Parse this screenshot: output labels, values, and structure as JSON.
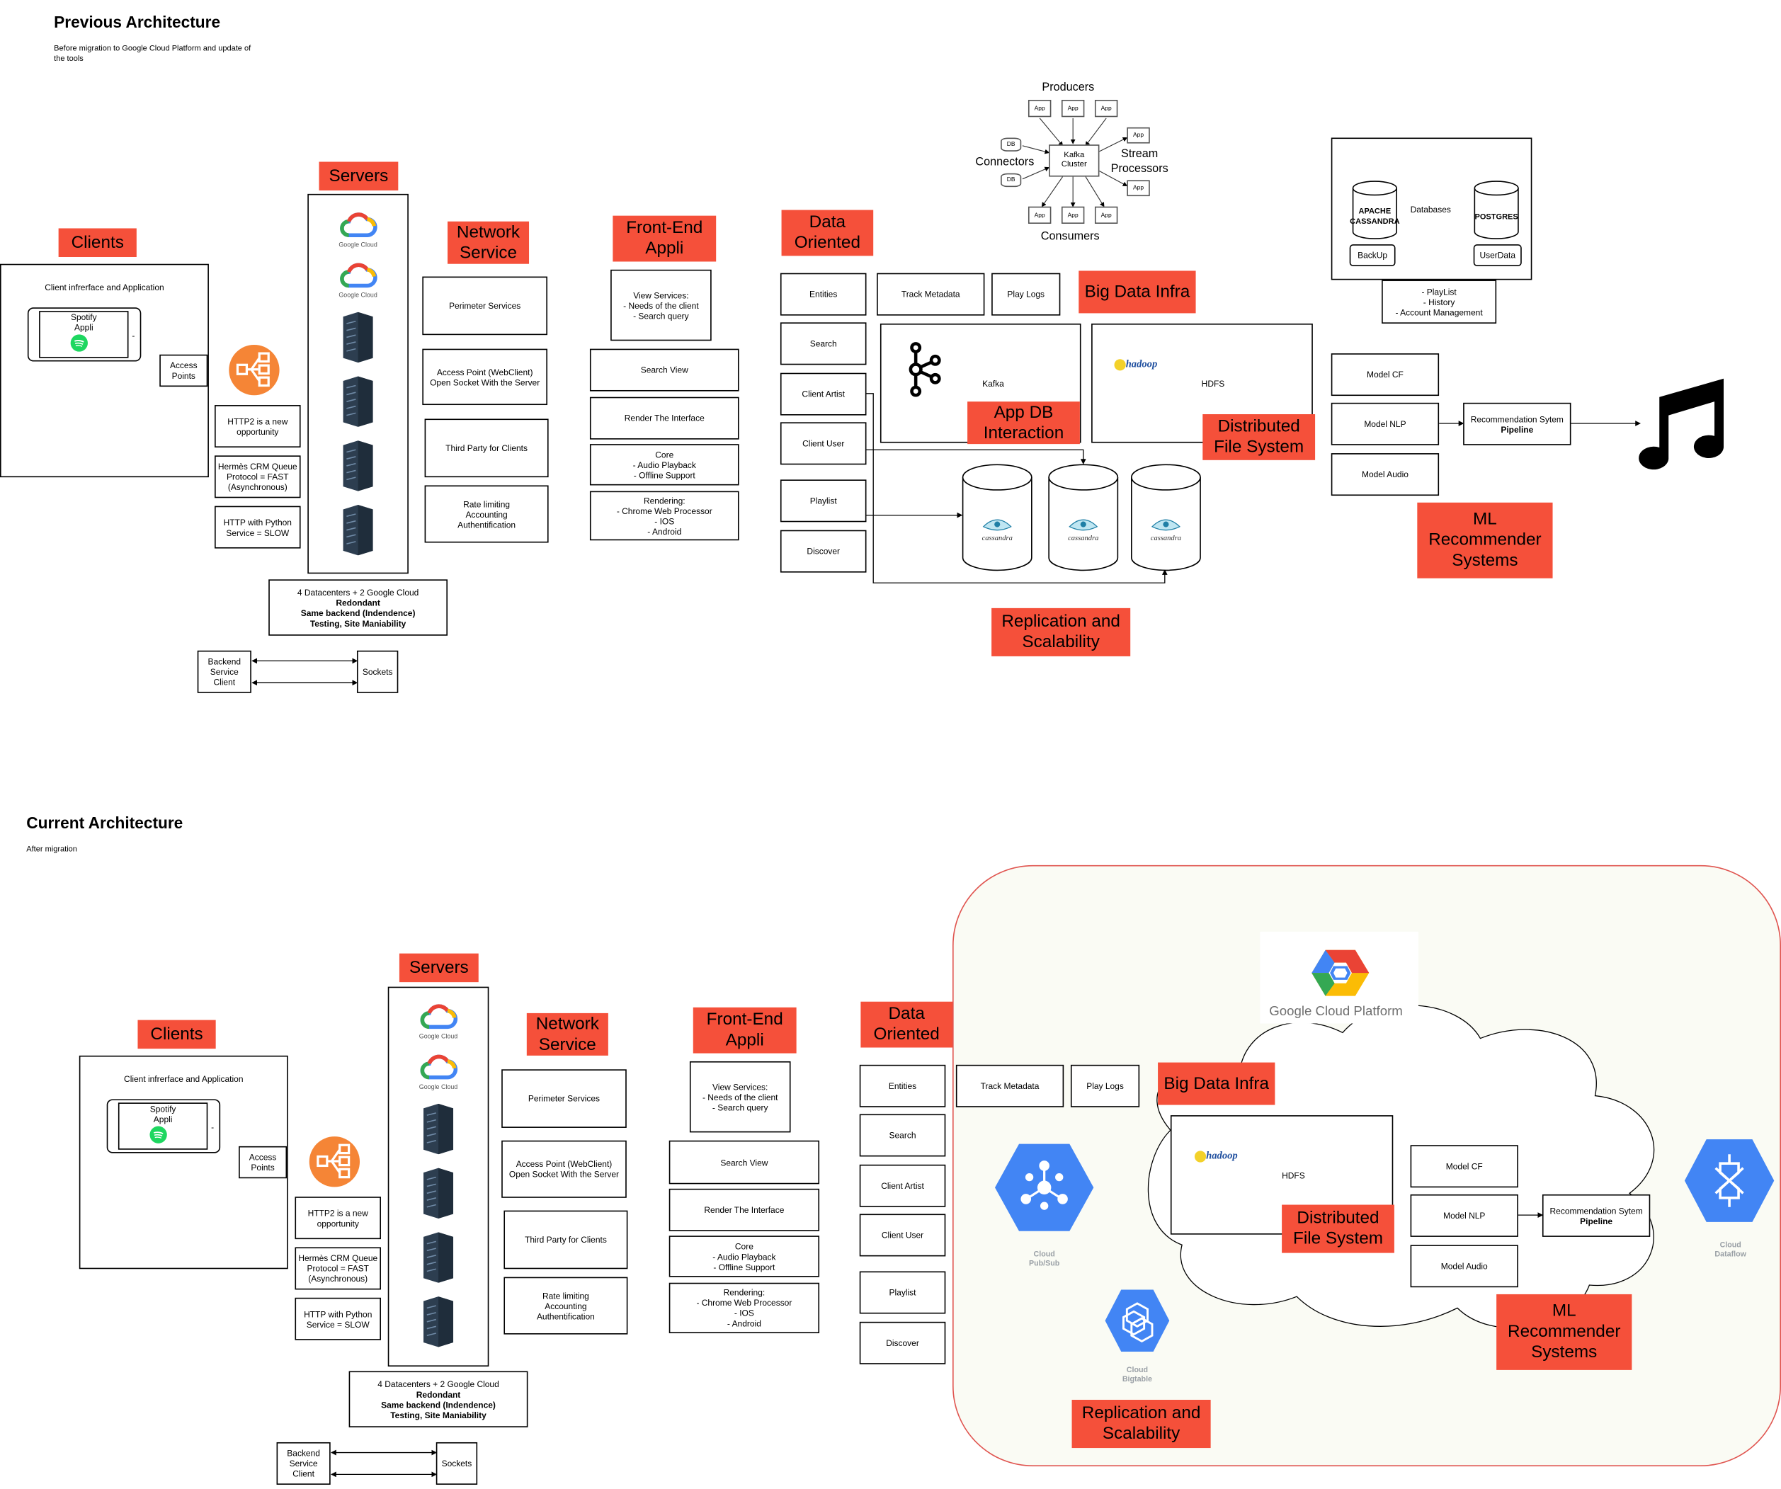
{
  "previous": {
    "title": "Previous Architecture",
    "subtitle": "Before migration to Google Cloud Platform and update of\nthe tools",
    "labels": {
      "clients": "Clients",
      "servers": "Servers",
      "network": "Network\nService",
      "frontend": "Front-End\nAppli",
      "data": "Data\nOriented",
      "bigdata": "Big Data Infra",
      "appdb": "App DB\nInteraction",
      "dfs": "Distributed\nFile System",
      "repl": "Replication and\nScalability",
      "ml": "ML\nRecommender\nSystems"
    },
    "client_iface": "Client infrerface and Application",
    "spotify": "Spotify\nAppli",
    "access_points": "Access\nPoints",
    "proto": [
      "HTTP2 is a new\nopportunity",
      "Hermès CRM Queue\nProtocol = FAST\n(Asynchronous)",
      "HTTP with Python\nService = SLOW"
    ],
    "datacenters_line1": "4 Datacenters + 2 Google Cloud",
    "datacenters_bold": "Redondant\nSame backend (Indendence)\nTesting, Site Maniability",
    "backend_client": "Backend\nService\nClient",
    "sockets": "Sockets",
    "gc_caption": "Google Cloud",
    "network_items": [
      "Perimeter Services",
      "Access Point (WebClient)\nOpen Socket With the Server",
      "Third Party for Clients",
      "Rate limiting\nAccounting\nAuthentification"
    ],
    "view_services": "View Services:\n- Needs of the client\n- Search query",
    "frontend_items": [
      "Search View",
      "Render The Interface",
      "Core\n- Audio Playback\n- Offline Support",
      "Rendering:\n- Chrome Web Processor\n- IOS\n- Android"
    ],
    "data_items": [
      "Entities",
      "Search",
      "Client Artist",
      "Client User",
      "Playlist",
      "Discover"
    ],
    "track_metadata": "Track Metadata",
    "play_logs": "Play Logs",
    "kafka": "Kafka",
    "hdfs": "HDFS",
    "hadoop_logo": "hadoop",
    "cassandra_logo": "cassandra",
    "kafka_diagram": {
      "producers": "Producers",
      "consumers": "Consumers",
      "connectors": "Connectors",
      "stream": "Stream\nProcessors",
      "cluster": "Kafka\nCluster",
      "app": "App",
      "db": "DB"
    },
    "databases": {
      "label": "Databases",
      "cassandra": "APACHE\nCASSANDRA",
      "postgres": "POSTGRES",
      "backup": "BackUp",
      "userdata": "UserData",
      "below": "- PlayList\n- History\n- Account Management"
    },
    "models": [
      "Model CF",
      "Model NLP",
      "Model Audio"
    ],
    "reco_line1": "Recommendation Sytem",
    "reco_bold": "Pipeline"
  },
  "current": {
    "title": "Current Architecture",
    "subtitle": "After migration",
    "labels": {
      "clients": "Clients",
      "servers": "Servers",
      "network": "Network\nService",
      "frontend": "Front-End\nAppli",
      "data": "Data\nOriented",
      "bigdata": "Big Data Infra",
      "dfs": "Distributed\nFile System",
      "repl": "Replication and\nScalability",
      "ml": "ML\nRecommender\nSystems"
    },
    "gcp_text": "Google Cloud Platform",
    "pubsub": "Cloud\nPub/Sub",
    "bigtable": "Cloud\nBigtable",
    "dataflow": "Cloud\nDataflow"
  },
  "colors": {
    "label_red": "#f5503a",
    "gcp_blue": "#4285f4",
    "hex_blue": "#4a86e8",
    "server_navy": "#2d3e50",
    "aws_orange": "#f58536"
  }
}
